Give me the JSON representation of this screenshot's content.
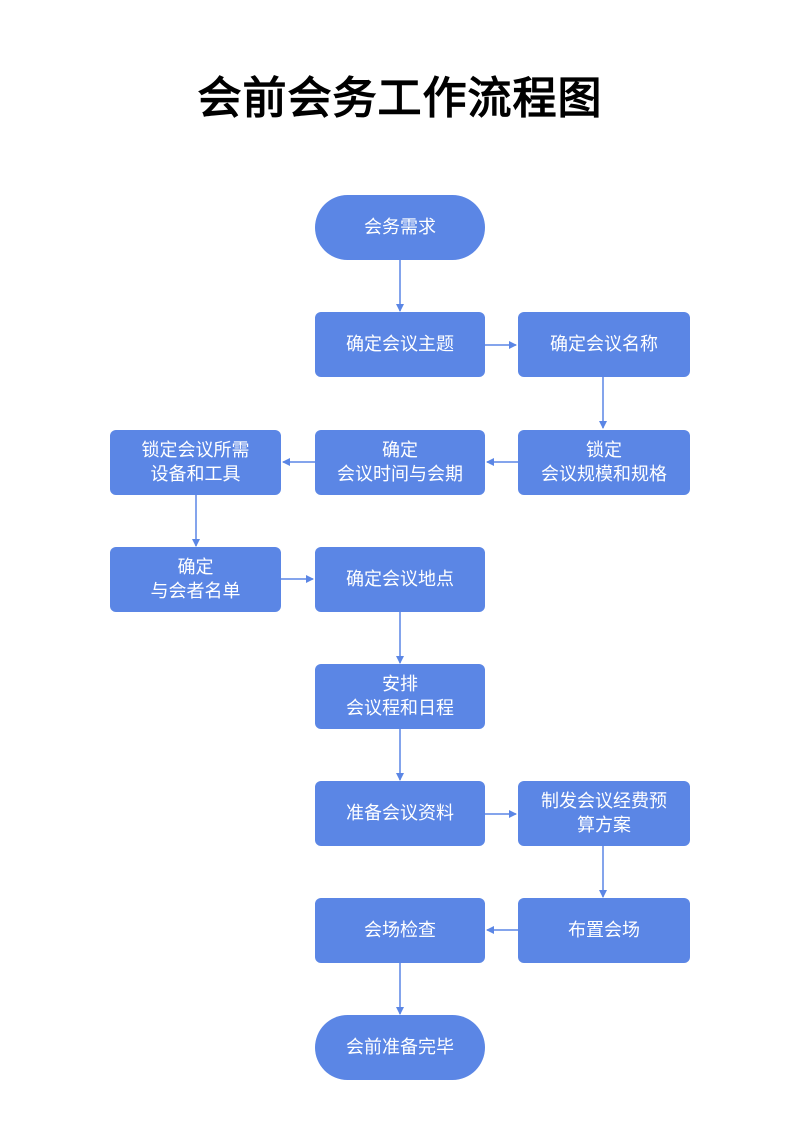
{
  "title": "会前会务工作流程图",
  "colors": {
    "node_fill": "#5b86e5",
    "node_text": "#ffffff",
    "arrow": "#5b86e5",
    "title": "#000000"
  },
  "nodes": {
    "start": "会务需求",
    "theme": "确定会议主题",
    "name": "确定会议名称",
    "scale": "锁定\n会议规模和规格",
    "time": "确定\n会议时间与会期",
    "equipment": "锁定会议所需\n设备和工具",
    "attendees": "确定\n与会者名单",
    "venue": "确定会议地点",
    "schedule": "安排\n会议程和日程",
    "materials": "准备会议资料",
    "budget": "制发会议经费预\n算方案",
    "layout": "布置会场",
    "inspection": "会场检查",
    "end": "会前准备完毕"
  }
}
